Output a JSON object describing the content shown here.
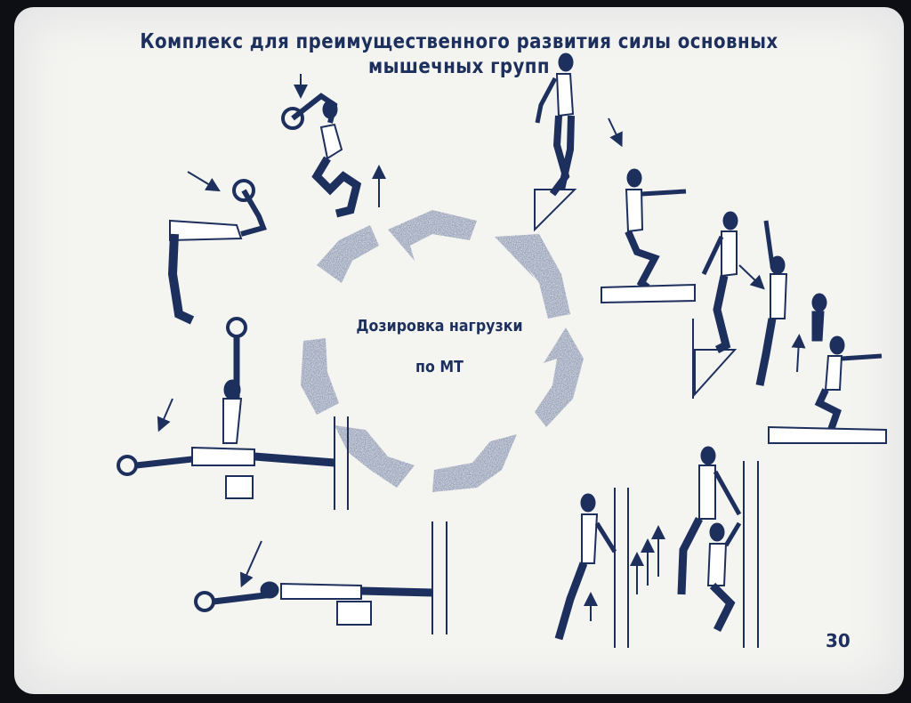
{
  "title": {
    "line1": "Комплекс для преимущественного развития  силы основных",
    "line2": "мышечных  групп"
  },
  "center": {
    "line1": "Дозировка нагрузки",
    "line2": "по МТ"
  },
  "page_number": "30",
  "colors": {
    "ink": "#1d2f5c",
    "arrow_fill": "#5f6f98",
    "background": "#f4f4f1"
  }
}
